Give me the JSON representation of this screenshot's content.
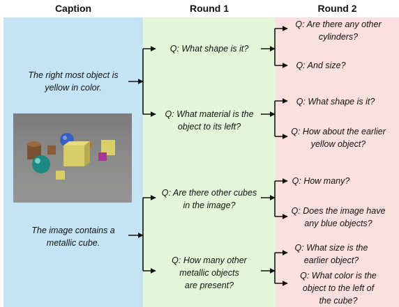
{
  "headers": {
    "caption": "Caption",
    "round1": "Round 1",
    "round2": "Round 2"
  },
  "colors": {
    "caption_bg": "#c4e4f6",
    "round1_bg": "#e3f7d8",
    "round2_bg": "#fbe0df"
  },
  "captions": [
    {
      "line1": "The right most object is",
      "line2": "yellow in color."
    },
    {
      "line1": "The image contains a",
      "line2": "metallic cube."
    }
  ],
  "round1": [
    {
      "line1": "Q: What shape is it?"
    },
    {
      "line1": "Q: What material is the",
      "line2": "object to its left?"
    },
    {
      "line1": "Q: Are there other cubes",
      "line2": "in the image?"
    },
    {
      "line1": "Q: How many other",
      "line2": "metallic objects",
      "line3": "are present?"
    }
  ],
  "round2": [
    {
      "line1": "Q: Are there any other",
      "line2": "cylinders?"
    },
    {
      "line1": "Q: And size?"
    },
    {
      "line1": "Q: What shape is it?"
    },
    {
      "line1": "Q: How about the earlier",
      "line2": "yellow object?"
    },
    {
      "line1": "Q: How many?"
    },
    {
      "line1": "Q: Does the image have",
      "line2": "any blue objects?"
    },
    {
      "line1": "Q: What size is the",
      "line2": "earlier object?"
    },
    {
      "line1": "Q: What color is the",
      "line2": "object to the left of",
      "line3": "the cube?"
    }
  ]
}
